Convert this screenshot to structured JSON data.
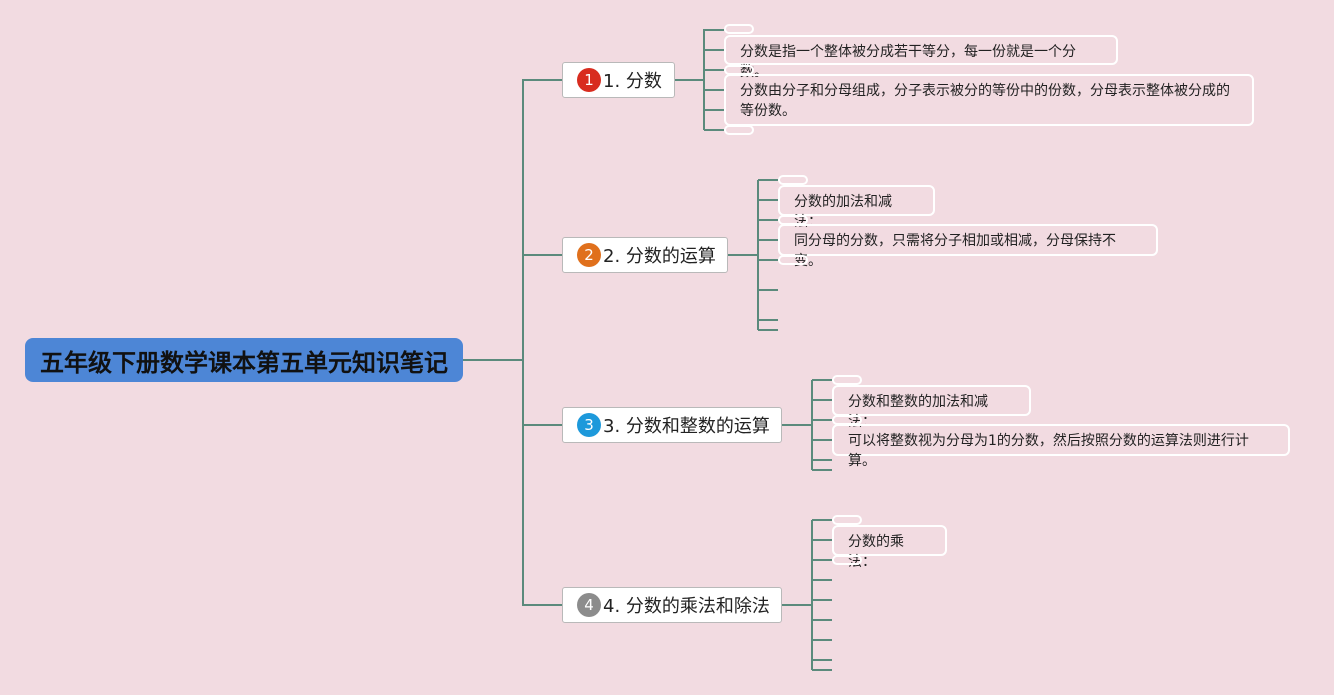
{
  "root": {
    "title": "五年级下册数学课本第五单元知识笔记"
  },
  "branches": [
    {
      "number": "1",
      "label": "1. 分数",
      "color": "#d82c1f",
      "notes": [
        "分数是指一个整体被分成若干等分，每一份就是一个分数。",
        "分数由分子和分母组成，分子表示被分的等份中的份数，分母表示整体被分成的等份数。"
      ]
    },
    {
      "number": "2",
      "label": "2. 分数的运算",
      "color": "#e0701c",
      "notes": [
        "分数的加法和减法：",
        "同分母的分数，只需将分子相加或相减，分母保持不变。"
      ]
    },
    {
      "number": "3",
      "label": "3. 分数和整数的运算",
      "color": "#1d99db",
      "notes": [
        "分数和整数的加法和减法：",
        "可以将整数视为分母为1的分数，然后按照分数的运算法则进行计算。"
      ]
    },
    {
      "number": "4",
      "label": "4. 分数的乘法和除法",
      "color": "#8c8c8c",
      "notes": [
        "分数的乘法："
      ]
    }
  ],
  "line_color": "#5b8a7c"
}
